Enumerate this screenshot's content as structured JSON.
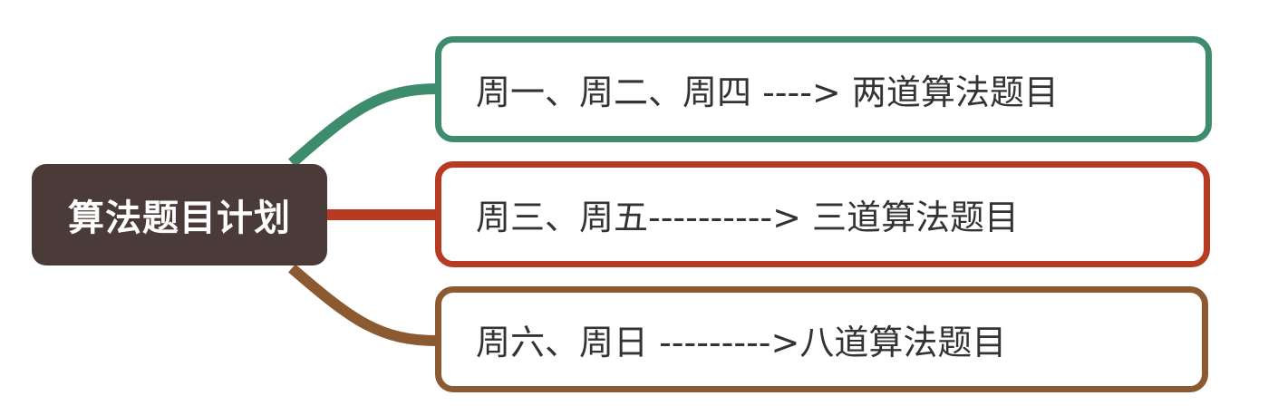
{
  "root": {
    "label": "算法题目计划",
    "color": "#4a3a38"
  },
  "branches": [
    {
      "label": "周一、周二、周四 ----> 两道算法题目",
      "color": "#3d8c6e"
    },
    {
      "label": "周三、周五----------> 三道算法题目",
      "color": "#b83a22"
    },
    {
      "label": "周六、周日 --------->八道算法题目",
      "color": "#8c5a30"
    }
  ]
}
